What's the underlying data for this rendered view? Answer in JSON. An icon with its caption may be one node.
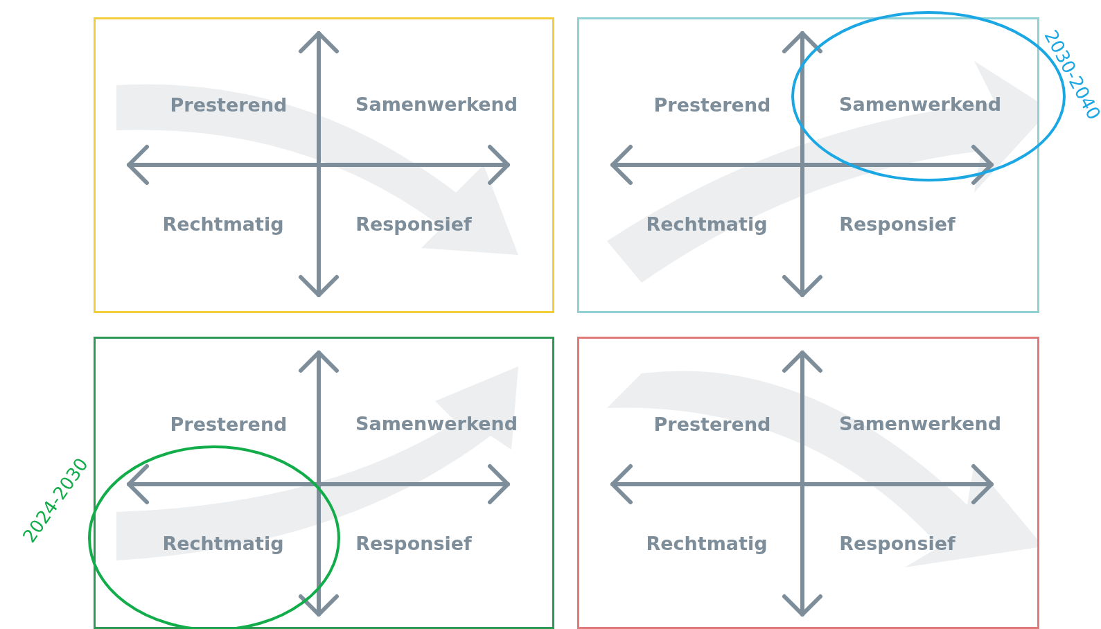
{
  "diagram": {
    "nodes": [
      {
        "text": [
          "Presterend",
          "Samenwerkend",
          "Rechtmatig",
          "Responsief"
        ]
      },
      {
        "text": [
          "Presterend",
          "Samenwerkend",
          "Rechtmatig",
          "Responsief"
        ]
      },
      {
        "text": [
          "Presterend",
          "Samenwerkend",
          "Rechtmatig",
          "Responsief"
        ]
      },
      {
        "text": [
          "Presterend",
          "Samenwerkend",
          "Rechtmatig",
          "Responsief"
        ]
      }
    ],
    "labels": [
      "2030-2040",
      "2024-2030"
    ]
  }
}
